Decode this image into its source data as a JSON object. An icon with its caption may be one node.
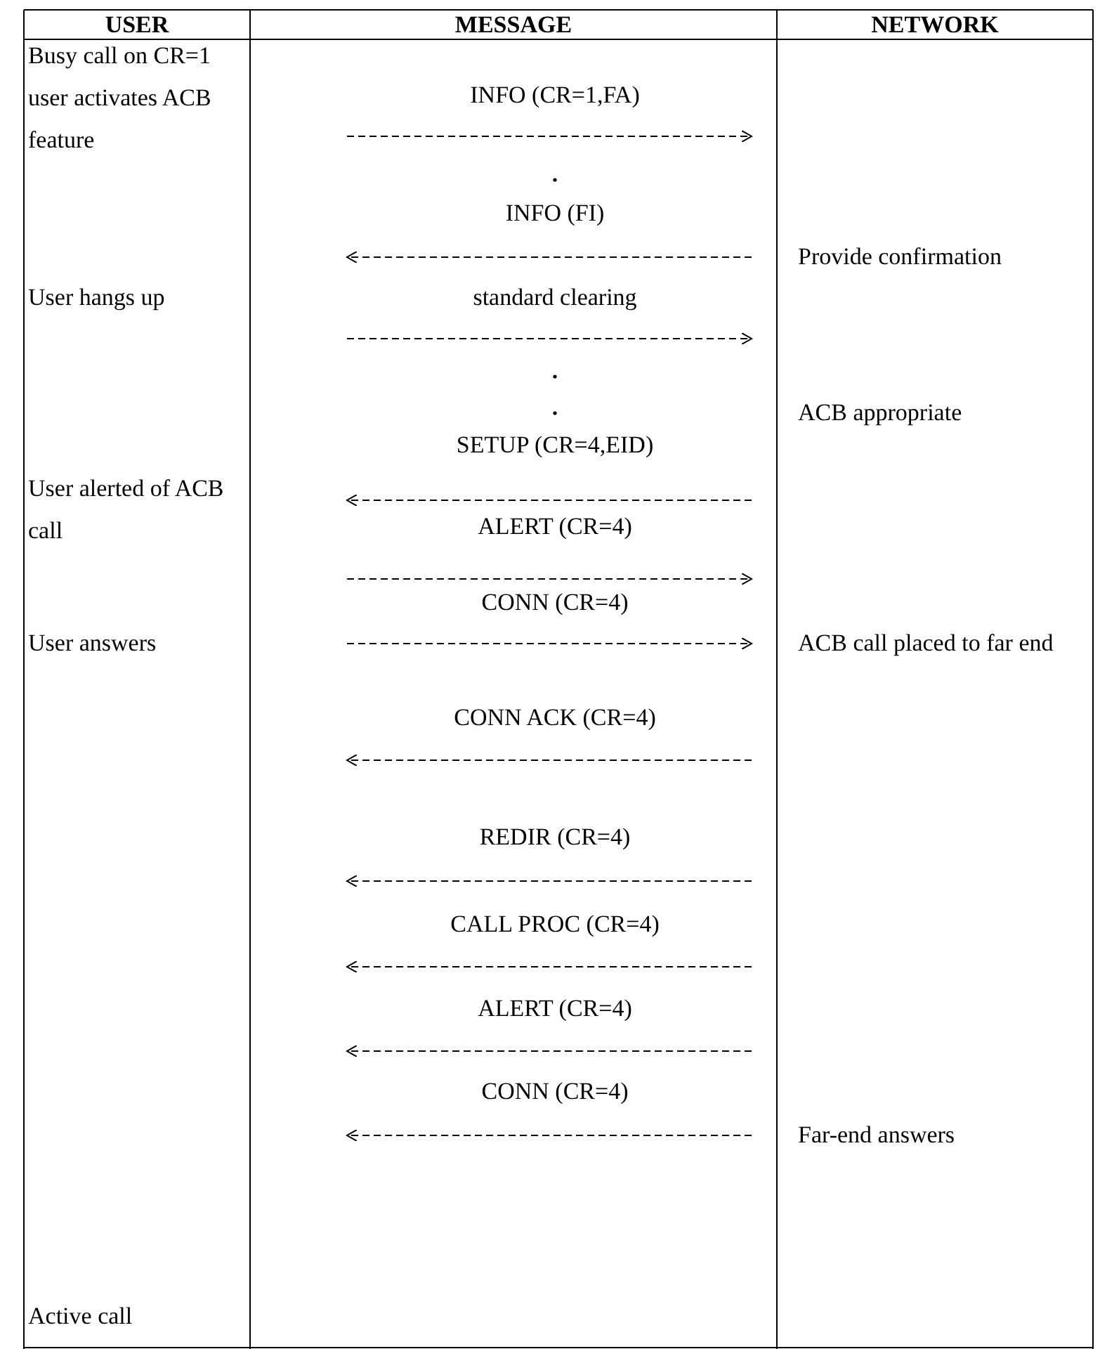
{
  "diagram": {
    "labels": [
      "USER",
      "MESSAGE",
      "NETWORK",
      "Busy call on CR=1 user activates ACB feature",
      "INFO (CR=1,FA)",
      "INFO (FI)",
      "Provide confirmation",
      "User hangs up",
      "standard clearing",
      "ACB appropriate",
      "SETUP (CR=4,EID)",
      "User alerted of ACB call",
      "ALERT (CR=4)",
      "CONN (CR=4)",
      "User answers",
      "ACB call placed to far end",
      "CONN ACK (CR=4)",
      "REDIR (CR=4)",
      "CALL PROC (CR=4)",
      "ALERT (CR=4)",
      "CONN (CR=4)",
      "Far-end answers",
      "Active call"
    ]
  }
}
